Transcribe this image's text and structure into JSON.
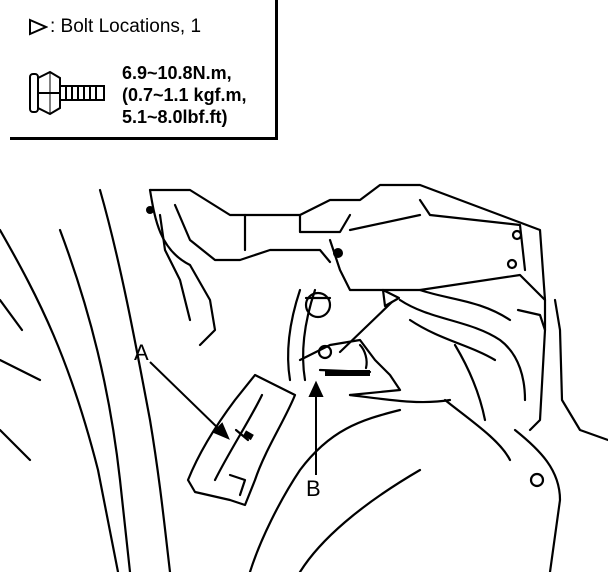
{
  "legend": {
    "title": ": Bolt Locations, 1",
    "torque_line1": "6.9~10.8N.m,",
    "torque_line2": "(0.7~1.1 kgf.m,",
    "torque_line3": "5.1~8.0lbf.ft)"
  },
  "callouts": {
    "a": "A",
    "b": "B"
  }
}
